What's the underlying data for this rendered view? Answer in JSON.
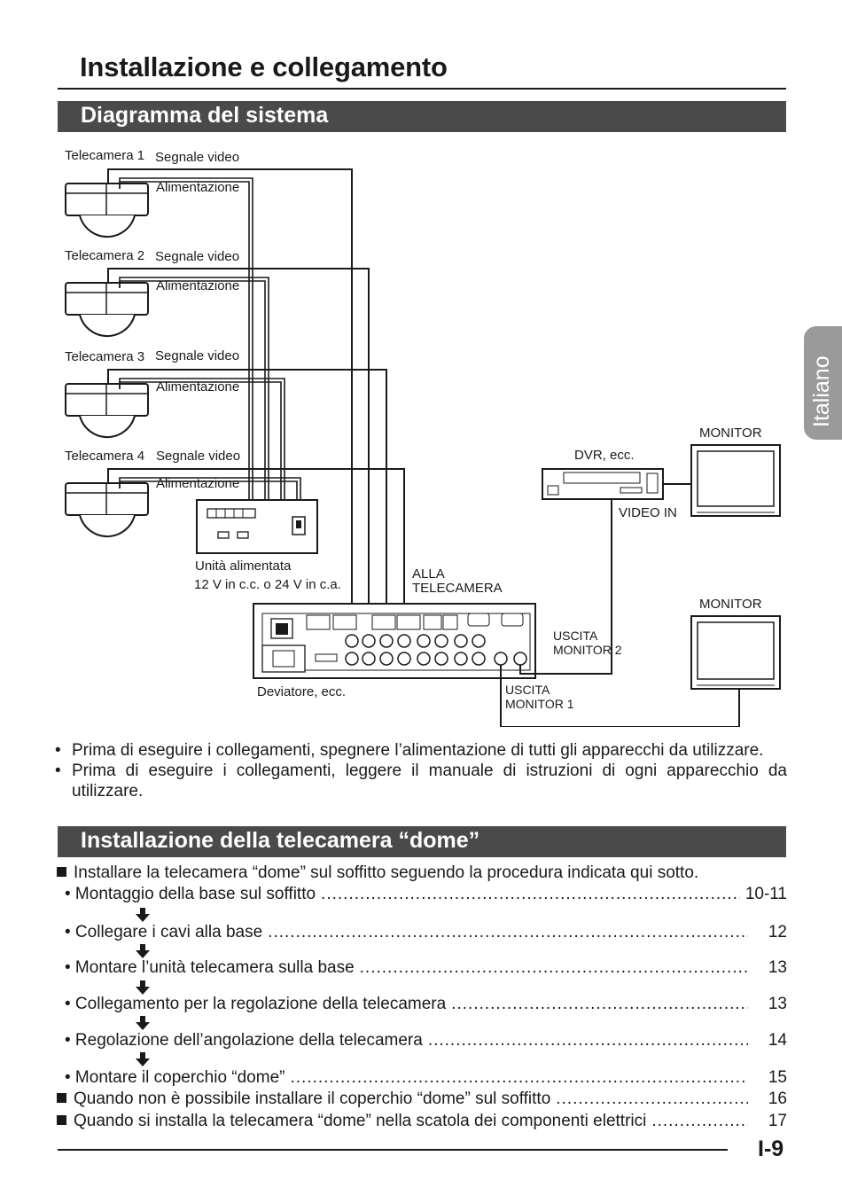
{
  "header": {
    "title": "Installazione e collegamento",
    "language_tab": "Italiano"
  },
  "sections": {
    "diagram": "Diagramma del sistema",
    "install": "Installazione della telecamera “dome”"
  },
  "diagram": {
    "cameras": [
      {
        "name": "Telecamera 1",
        "video": "Segnale video",
        "power": "Alimentazione"
      },
      {
        "name": "Telecamera 2",
        "video": "Segnale video",
        "power": "Alimentazione"
      },
      {
        "name": "Telecamera 3",
        "video": "Segnale video",
        "power": "Alimentazione"
      },
      {
        "name": "Telecamera 4",
        "video": "Segnale video",
        "power": "Alimentazione"
      }
    ],
    "power_unit": "Unità alimentata",
    "power_spec": "12 V in c.c. o 24 V in c.a.",
    "to_camera_1": "ALLA",
    "to_camera_2": "TELECAMERA",
    "switcher": "Deviatore, ecc.",
    "dvr": "DVR, ecc.",
    "monitor_top": "MONITOR",
    "monitor_bottom": "MONITOR",
    "video_in": "VIDEO IN",
    "out2_1": "USCITA",
    "out2_2": "MONITOR 2",
    "out1_1": "USCITA",
    "out1_2": "MONITOR 1"
  },
  "notes": [
    "Prima di eseguire i collegamenti, spegnere l’alimentazione di tutti gli apparecchi da utilizzare.",
    "Prima di eseguire i collegamenti, leggere il manuale di istruzioni di ogni apparecchio da utilizzare."
  ],
  "procedure": {
    "intro": "Installare la telecamera “dome” sul soffitto seguendo la procedura indicata qui sotto.",
    "steps": [
      {
        "label": "• Montaggio della base sul soffitto",
        "page": "10-11"
      },
      {
        "label": "• Collegare i cavi alla base",
        "page": "12"
      },
      {
        "label": "• Montare l’unità telecamera sulla base",
        "page": "13"
      },
      {
        "label": "• Collegamento per la regolazione della telecamera",
        "page": "13"
      },
      {
        "label": "• Regolazione dell’angolazione della telecamera",
        "page": "14"
      },
      {
        "label": "• Montare il coperchio “dome”",
        "page": "15"
      }
    ],
    "extra": [
      {
        "label": "Quando non è possibile installare il coperchio “dome” sul soffitto",
        "page": "16"
      },
      {
        "label": "Quando si installa la telecamera “dome” nella scatola dei componenti elettrici",
        "page": "17"
      }
    ]
  },
  "footer": {
    "page_number": "I-9"
  },
  "colors": {
    "section_bar": "#4a4a4a",
    "side_tab": "#9a9a9a"
  }
}
